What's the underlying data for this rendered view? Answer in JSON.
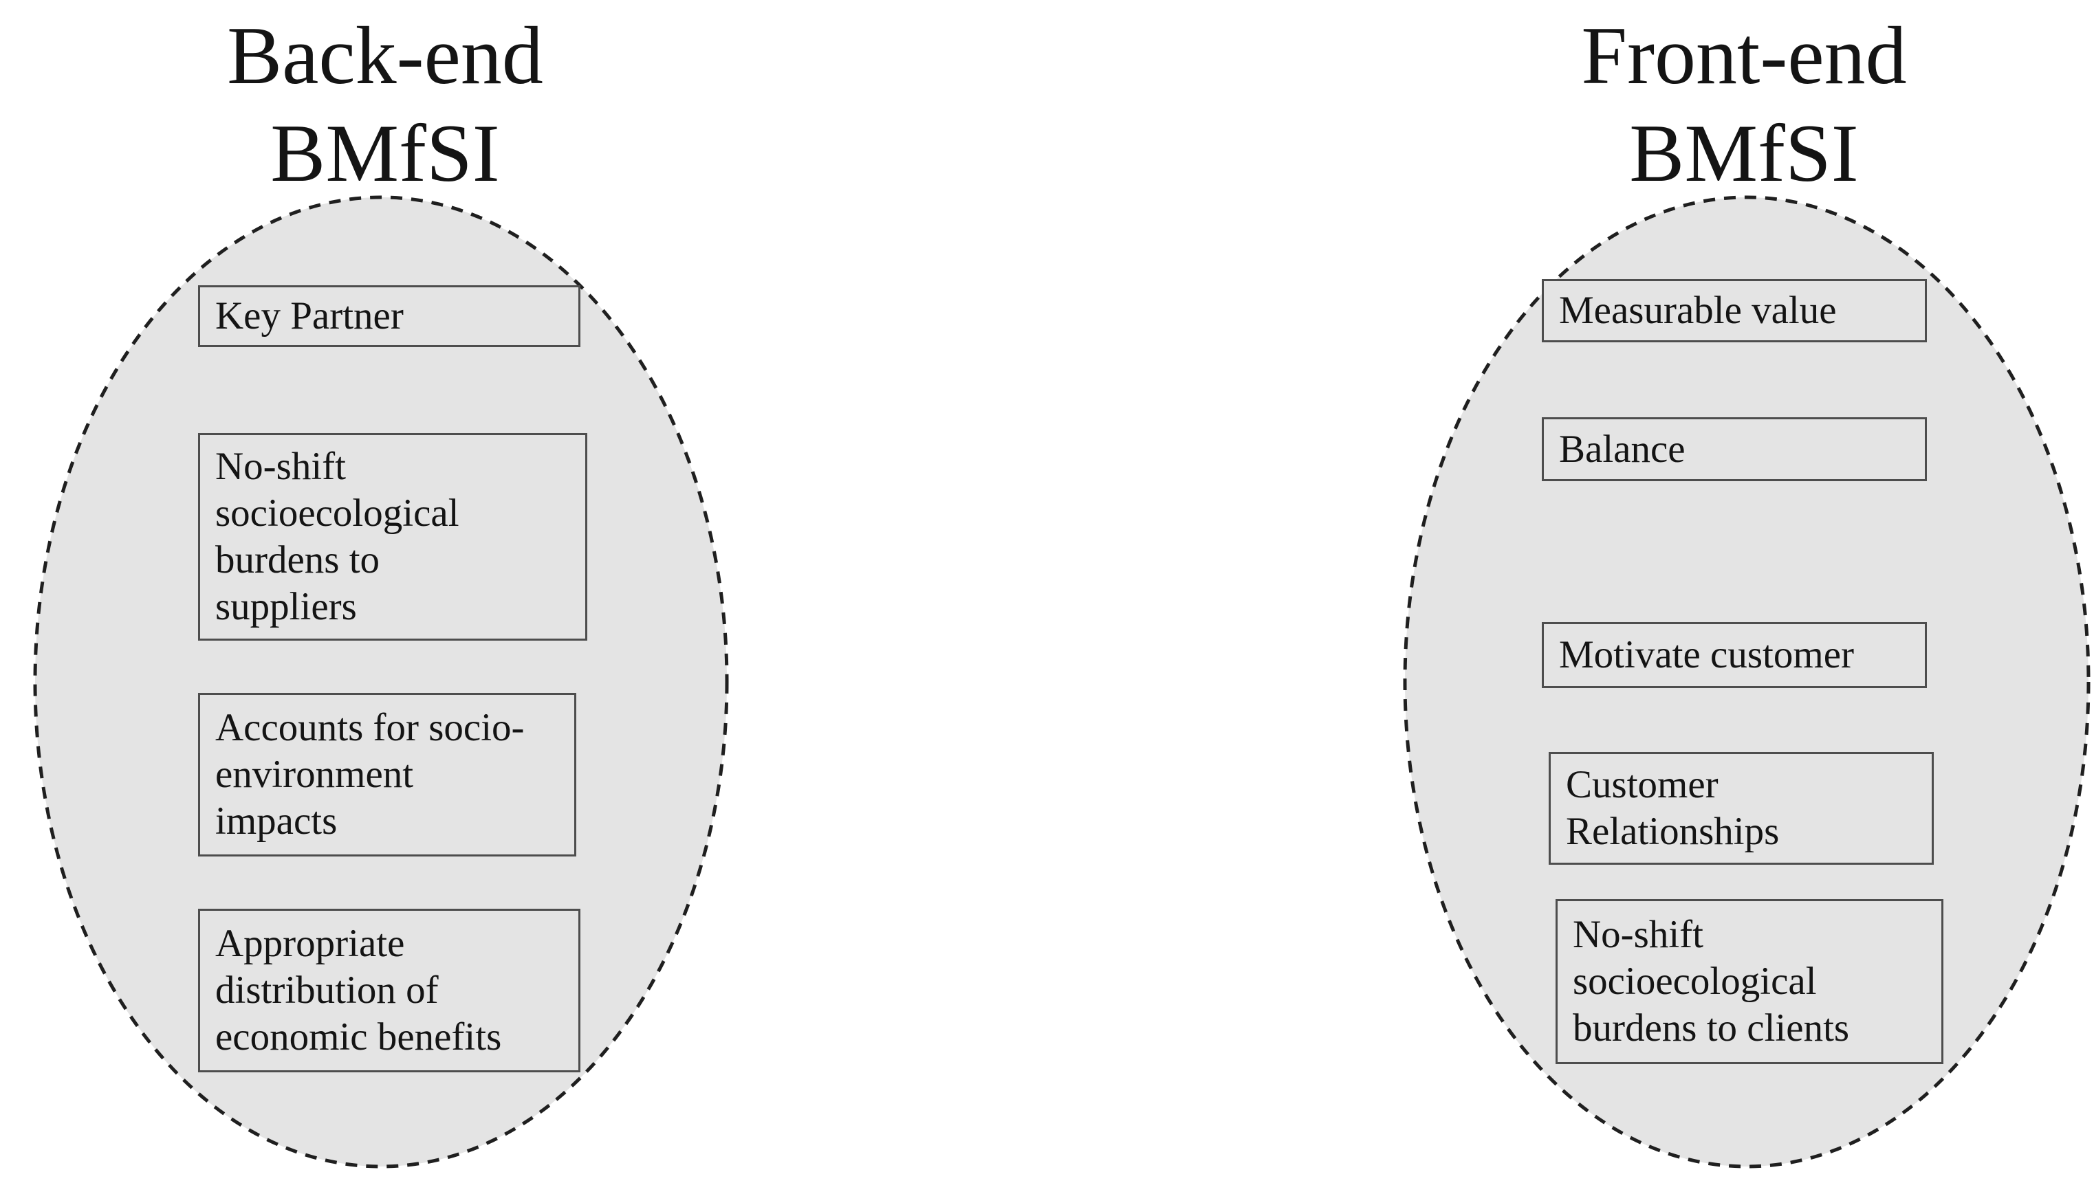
{
  "colors": {
    "page_background": "#ffffff",
    "ellipse_fill": "#e4e4e4",
    "ellipse_dash": "#1f1f1f",
    "box_border": "#4d4d4d",
    "text": "#141414"
  },
  "clusters": [
    {
      "id": "back-end",
      "title": "Back-end\nBMfSI",
      "boxes": [
        "Key Partner",
        "No-shift\nsocioecological\nburdens to\nsuppliers",
        "Accounts for socio-\nenvironment\nimpacts",
        "Appropriate\ndistribution of\neconomic benefits"
      ]
    },
    {
      "id": "front-end",
      "title": "Front-end\nBMfSI",
      "boxes": [
        "Measurable value",
        "Balance",
        "Motivate customer",
        "Customer\nRelationships",
        "No-shift\nsocioecological\nburdens to clients"
      ]
    }
  ]
}
